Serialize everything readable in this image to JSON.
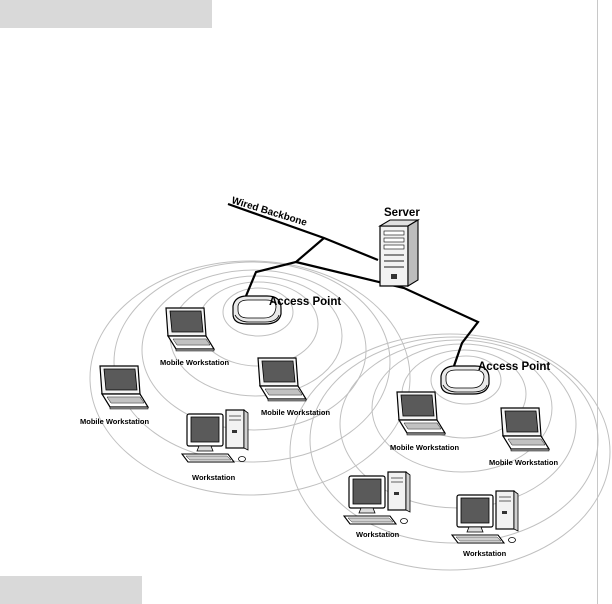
{
  "labels": {
    "backbone": "Wired Backbone",
    "server": "Server",
    "access_point_1": "Access Point",
    "access_point_2": "Access Point",
    "mobile_ws_1": "Mobile Workstation",
    "mobile_ws_2": "Mobile Workstation",
    "mobile_ws_3": "Mobile Workstation",
    "mobile_ws_4": "Mobile Workstation",
    "mobile_ws_5": "Mobile Workstation",
    "ws_1": "Workstation",
    "ws_2": "Workstation",
    "ws_3": "Workstation"
  },
  "icons": {
    "server": "server-tower-icon",
    "access_point": "wireless-access-point-icon",
    "laptop": "laptop-icon",
    "desktop": "desktop-workstation-icon"
  },
  "colors": {
    "background": "#ffffff",
    "page_bar": "#d9d9d9",
    "line": "#000000",
    "ring": "#c0c0c0",
    "screen": "#5a5a5a"
  }
}
